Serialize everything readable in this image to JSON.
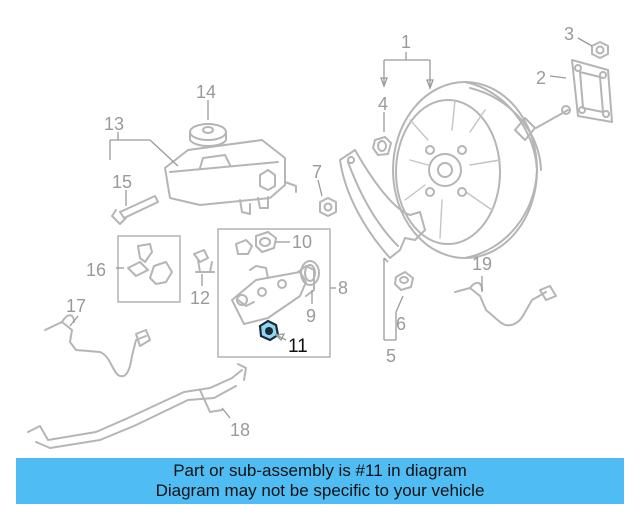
{
  "diagram": {
    "callouts": {
      "c1": "1",
      "c2": "2",
      "c3": "3",
      "c4": "4",
      "c5": "5",
      "c6": "6",
      "c7": "7",
      "c8": "8",
      "c9": "9",
      "c10": "10",
      "c11": "11",
      "c12": "12",
      "c13": "13",
      "c14": "14",
      "c15": "15",
      "c16": "16",
      "c17": "17",
      "c18": "18",
      "c19": "19"
    },
    "highlighted_part": "11",
    "highlight_color": "#8fd6ee"
  },
  "banner": {
    "line1": "Part or sub-assembly is #11 in diagram",
    "line2": "Diagram may not be specific to your vehicle",
    "background": "#4fbdf3"
  }
}
